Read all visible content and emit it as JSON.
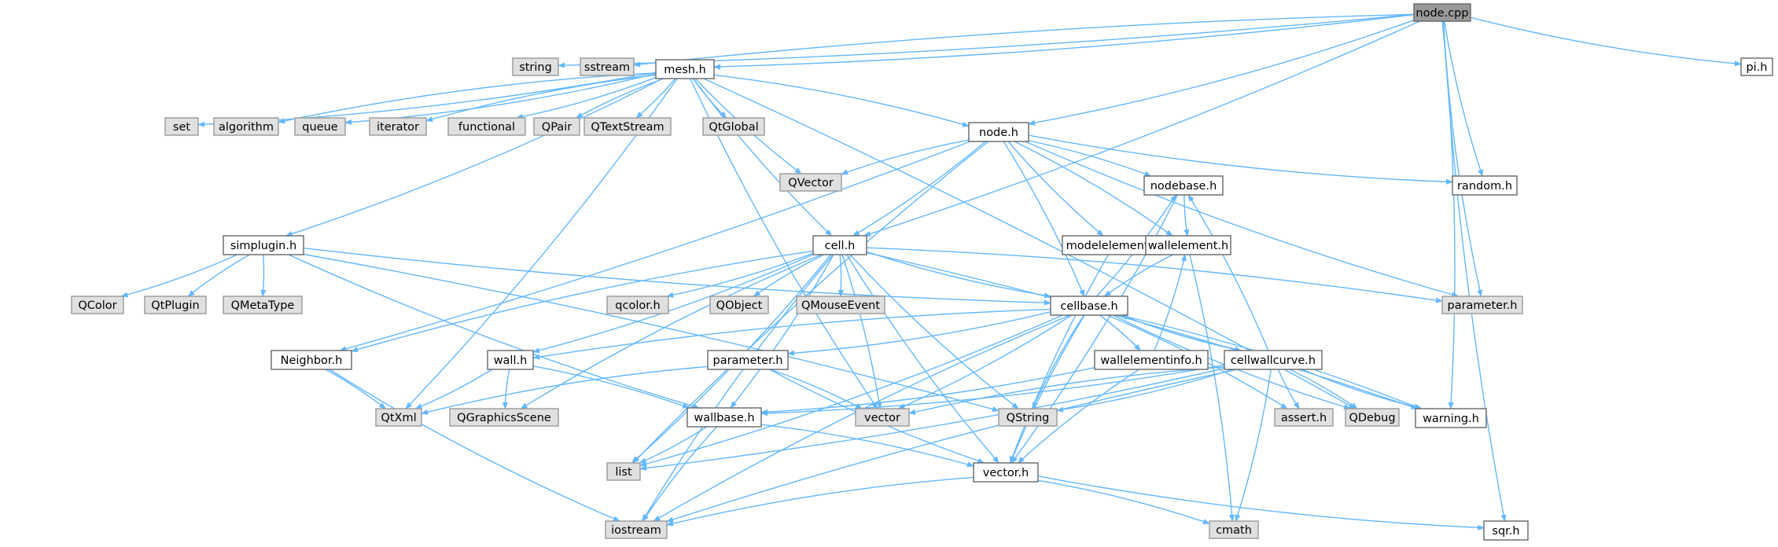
{
  "graph": {
    "root": "node.cpp",
    "nodes": [
      {
        "id": "node_cpp",
        "label": "node.cpp",
        "kind": "root"
      },
      {
        "id": "string",
        "label": "string",
        "kind": "external"
      },
      {
        "id": "sstream",
        "label": "sstream",
        "kind": "external"
      },
      {
        "id": "mesh_h",
        "label": "mesh.h",
        "kind": "documented"
      },
      {
        "id": "pi_h",
        "label": "pi.h",
        "kind": "documented"
      },
      {
        "id": "set",
        "label": "set",
        "kind": "external"
      },
      {
        "id": "algorithm",
        "label": "algorithm",
        "kind": "external"
      },
      {
        "id": "queue",
        "label": "queue",
        "kind": "external"
      },
      {
        "id": "iterator",
        "label": "iterator",
        "kind": "external"
      },
      {
        "id": "functional",
        "label": "functional",
        "kind": "external"
      },
      {
        "id": "QPair",
        "label": "QPair",
        "kind": "external"
      },
      {
        "id": "QTextStream",
        "label": "QTextStream",
        "kind": "external"
      },
      {
        "id": "QtGlobal",
        "label": "QtGlobal",
        "kind": "external"
      },
      {
        "id": "node_h",
        "label": "node.h",
        "kind": "documented"
      },
      {
        "id": "QVector",
        "label": "QVector",
        "kind": "external"
      },
      {
        "id": "nodebase_h",
        "label": "nodebase.h",
        "kind": "documented"
      },
      {
        "id": "random_h",
        "label": "random.h",
        "kind": "documented"
      },
      {
        "id": "simplugin_h",
        "label": "simplugin.h",
        "kind": "documented"
      },
      {
        "id": "cell_h",
        "label": "cell.h",
        "kind": "documented"
      },
      {
        "id": "modelelement_h",
        "label": "modelelement.h",
        "kind": "documented"
      },
      {
        "id": "wallelement_h",
        "label": "wallelement.h",
        "kind": "documented"
      },
      {
        "id": "QColor",
        "label": "QColor",
        "kind": "external"
      },
      {
        "id": "QtPlugin",
        "label": "QtPlugin",
        "kind": "external"
      },
      {
        "id": "QMetaType",
        "label": "QMetaType",
        "kind": "external"
      },
      {
        "id": "qcolor_h",
        "label": "qcolor.h",
        "kind": "external"
      },
      {
        "id": "QObject",
        "label": "QObject",
        "kind": "external"
      },
      {
        "id": "QMouseEvent",
        "label": "QMouseEvent",
        "kind": "external"
      },
      {
        "id": "cellbase_h",
        "label": "cellbase.h",
        "kind": "documented"
      },
      {
        "id": "parameter_h_ext",
        "label": "parameter.h",
        "kind": "external"
      },
      {
        "id": "Neighbor_h",
        "label": "Neighbor.h",
        "kind": "documented"
      },
      {
        "id": "wall_h",
        "label": "wall.h",
        "kind": "documented"
      },
      {
        "id": "parameter_h",
        "label": "parameter.h",
        "kind": "documented"
      },
      {
        "id": "wallelementinfo_h",
        "label": "wallelementinfo.h",
        "kind": "documented"
      },
      {
        "id": "cellwallcurve_h",
        "label": "cellwallcurve.h",
        "kind": "documented"
      },
      {
        "id": "QtXml",
        "label": "QtXml",
        "kind": "external"
      },
      {
        "id": "QGraphicsScene",
        "label": "QGraphicsScene",
        "kind": "external"
      },
      {
        "id": "wallbase_h",
        "label": "wallbase.h",
        "kind": "documented"
      },
      {
        "id": "vector",
        "label": "vector",
        "kind": "external"
      },
      {
        "id": "QString",
        "label": "QString",
        "kind": "external"
      },
      {
        "id": "assert_h",
        "label": "assert.h",
        "kind": "external"
      },
      {
        "id": "QDebug",
        "label": "QDebug",
        "kind": "external"
      },
      {
        "id": "warning_h",
        "label": "warning.h",
        "kind": "documented"
      },
      {
        "id": "list",
        "label": "list",
        "kind": "external"
      },
      {
        "id": "vector_h",
        "label": "vector.h",
        "kind": "documented"
      },
      {
        "id": "iostream",
        "label": "iostream",
        "kind": "external"
      },
      {
        "id": "cmath",
        "label": "cmath",
        "kind": "external"
      },
      {
        "id": "sqr_h",
        "label": "sqr.h",
        "kind": "documented"
      }
    ],
    "edges": [
      [
        "node_cpp",
        "string"
      ],
      [
        "node_cpp",
        "sstream"
      ],
      [
        "node_cpp",
        "mesh_h"
      ],
      [
        "node_cpp",
        "pi_h"
      ],
      [
        "node_cpp",
        "node_h"
      ],
      [
        "node_cpp",
        "random_h"
      ],
      [
        "node_cpp",
        "cell_h"
      ],
      [
        "node_cpp",
        "parameter_h_ext"
      ],
      [
        "node_cpp",
        "warning_h"
      ],
      [
        "node_cpp",
        "sqr_h"
      ],
      [
        "mesh_h",
        "set"
      ],
      [
        "mesh_h",
        "algorithm"
      ],
      [
        "mesh_h",
        "queue"
      ],
      [
        "mesh_h",
        "iterator"
      ],
      [
        "mesh_h",
        "functional"
      ],
      [
        "mesh_h",
        "QPair"
      ],
      [
        "mesh_h",
        "QTextStream"
      ],
      [
        "mesh_h",
        "QtGlobal"
      ],
      [
        "mesh_h",
        "node_h"
      ],
      [
        "mesh_h",
        "QVector"
      ],
      [
        "mesh_h",
        "simplugin_h"
      ],
      [
        "mesh_h",
        "cell_h"
      ],
      [
        "mesh_h",
        "QtXml"
      ],
      [
        "mesh_h",
        "vector"
      ],
      [
        "mesh_h",
        "QDebug"
      ],
      [
        "node_h",
        "QVector"
      ],
      [
        "node_h",
        "nodebase_h"
      ],
      [
        "node_h",
        "random_h"
      ],
      [
        "node_h",
        "cell_h"
      ],
      [
        "node_h",
        "modelelement_h"
      ],
      [
        "node_h",
        "wallelement_h"
      ],
      [
        "node_h",
        "parameter_h_ext"
      ],
      [
        "node_h",
        "Neighbor_h"
      ],
      [
        "node_h",
        "list"
      ],
      [
        "node_h",
        "cellbase_h"
      ],
      [
        "nodebase_h",
        "wallelement_h"
      ],
      [
        "nodebase_h",
        "vector_h"
      ],
      [
        "wallelement_h",
        "cellbase_h"
      ],
      [
        "wallelement_h",
        "cmath"
      ],
      [
        "modelelement_h",
        "vector_h"
      ],
      [
        "simplugin_h",
        "QColor"
      ],
      [
        "simplugin_h",
        "QtPlugin"
      ],
      [
        "simplugin_h",
        "QMetaType"
      ],
      [
        "simplugin_h",
        "cellbase_h"
      ],
      [
        "simplugin_h",
        "QString"
      ],
      [
        "simplugin_h",
        "wallbase_h"
      ],
      [
        "cell_h",
        "qcolor_h"
      ],
      [
        "cell_h",
        "QObject"
      ],
      [
        "cell_h",
        "QMouseEvent"
      ],
      [
        "cell_h",
        "cellbase_h"
      ],
      [
        "cell_h",
        "parameter_h_ext"
      ],
      [
        "cell_h",
        "Neighbor_h"
      ],
      [
        "cell_h",
        "wall_h"
      ],
      [
        "cell_h",
        "QGraphicsScene"
      ],
      [
        "cell_h",
        "list"
      ],
      [
        "cell_h",
        "iostream"
      ],
      [
        "cell_h",
        "vector"
      ],
      [
        "cell_h",
        "QString"
      ],
      [
        "cell_h",
        "warning_h"
      ],
      [
        "cell_h",
        "vector_h"
      ],
      [
        "cell_h",
        "wallbase_h"
      ],
      [
        "cellbase_h",
        "nodebase_h"
      ],
      [
        "cellbase_h",
        "wallelementinfo_h"
      ],
      [
        "cellbase_h",
        "cellwallcurve_h"
      ],
      [
        "cellbase_h",
        "parameter_h"
      ],
      [
        "cellbase_h",
        "wall_h"
      ],
      [
        "cellbase_h",
        "list"
      ],
      [
        "cellbase_h",
        "iostream"
      ],
      [
        "cellbase_h",
        "vector"
      ],
      [
        "cellbase_h",
        "QString"
      ],
      [
        "cellbase_h",
        "assert_h"
      ],
      [
        "cellbase_h",
        "QDebug"
      ],
      [
        "cellbase_h",
        "warning_h"
      ],
      [
        "cellbase_h",
        "vector_h"
      ],
      [
        "cellwallcurve_h",
        "cellbase_h"
      ],
      [
        "cellwallcurve_h",
        "nodebase_h"
      ],
      [
        "cellwallcurve_h",
        "wallbase_h"
      ],
      [
        "cellwallcurve_h",
        "vector"
      ],
      [
        "cellwallcurve_h",
        "QString"
      ],
      [
        "cellwallcurve_h",
        "assert_h"
      ],
      [
        "cellwallcurve_h",
        "QDebug"
      ],
      [
        "cellwallcurve_h",
        "warning_h"
      ],
      [
        "cellwallcurve_h",
        "list"
      ],
      [
        "cellwallcurve_h",
        "iostream"
      ],
      [
        "cellwallcurve_h",
        "cmath"
      ],
      [
        "wallelementinfo_h",
        "wallelement_h"
      ],
      [
        "wallelementinfo_h",
        "wallbase_h"
      ],
      [
        "wallelementinfo_h",
        "vector_h"
      ],
      [
        "Neighbor_h",
        "QtXml"
      ],
      [
        "Neighbor_h",
        "iostream"
      ],
      [
        "wall_h",
        "QtXml"
      ],
      [
        "wall_h",
        "QGraphicsScene"
      ],
      [
        "wall_h",
        "wallbase_h"
      ],
      [
        "parameter_h",
        "QtXml"
      ],
      [
        "parameter_h",
        "vector"
      ],
      [
        "parameter_h",
        "vector_h"
      ],
      [
        "wallbase_h",
        "list"
      ],
      [
        "wallbase_h",
        "iostream"
      ],
      [
        "wallbase_h",
        "vector_h"
      ],
      [
        "vector_h",
        "iostream"
      ],
      [
        "vector_h",
        "cmath"
      ],
      [
        "vector_h",
        "sqr_h"
      ]
    ]
  }
}
